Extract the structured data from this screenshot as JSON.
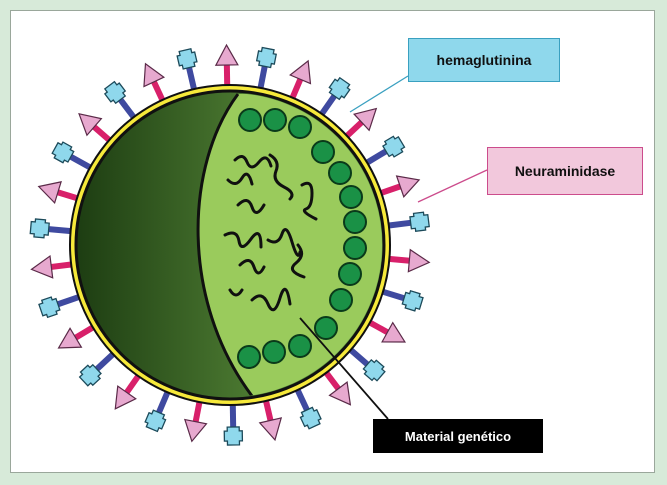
{
  "labels": {
    "hemaglutinina": "hemaglutinina",
    "neuraminidase": "Neuraminidase",
    "material": "Material genético"
  },
  "colors": {
    "background": "#d7ead9",
    "virus_dark": "#1d3d12",
    "virus_light": "#8bc45a",
    "envelope_yellow": "#f6e93a",
    "hemagglutinin": "#8fd8ec",
    "neuraminidase": "#e7a9cf",
    "spike_pink": "#d8206a",
    "spike_blue": "#3f4aa0",
    "nucleoprotein": "#1a9146"
  }
}
